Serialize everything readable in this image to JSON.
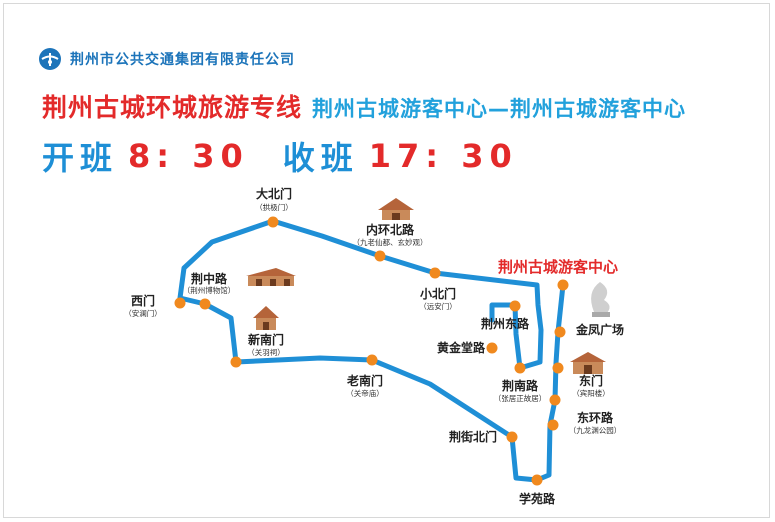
{
  "company": {
    "name": "荆州市公共交通集团有限责任公司",
    "logo_icon": "bus-company-logo-icon"
  },
  "header": {
    "line_name": "荆州古城环城旅游专线",
    "route": "荆州古城游客中心—荆州古城游客中心"
  },
  "schedule": {
    "first_label": "开班",
    "first_time": "8: 30",
    "last_label": "收班",
    "last_time": "17: 30"
  },
  "map": {
    "hub": "荆州古城游客中心",
    "stops": {
      "dabeimen": {
        "name": "大北门",
        "alias": "（拱极门）"
      },
      "neihuan": {
        "name": "内环北路",
        "alias": "（九老仙都、玄妙观）"
      },
      "xiaobeimen": {
        "name": "小北门",
        "alias": "（远安门）"
      },
      "ximen": {
        "name": "西门",
        "alias": "（安澜门）"
      },
      "jingzhonglu": {
        "name": "荆中路",
        "alias": "（荆州博物馆）"
      },
      "xinnanmen": {
        "name": "新南门",
        "alias": "（关羽祠）"
      },
      "laonanmen": {
        "name": "老南门",
        "alias": "（关帝庙）"
      },
      "jingjiebei": {
        "name": "荆街北门",
        "alias": ""
      },
      "xueyuanlu": {
        "name": "学苑路",
        "alias": ""
      },
      "donghuanlu": {
        "name": "东环路",
        "alias": "（九龙渊公园）"
      },
      "dongmen": {
        "name": "东门",
        "alias": "（宾阳楼）"
      },
      "jinfeng": {
        "name": "金凤广场",
        "alias": ""
      },
      "jingnanlu": {
        "name": "荆南路",
        "alias": "（张居正故居）"
      },
      "huangjintang": {
        "name": "黄金堂路",
        "alias": ""
      },
      "jingzhoudong": {
        "name": "荆州东路",
        "alias": ""
      }
    },
    "colors": {
      "route": "#1f8fd6",
      "stop": "#f0891e",
      "hub": "#e32a2a",
      "building": "#b5643a"
    }
  }
}
